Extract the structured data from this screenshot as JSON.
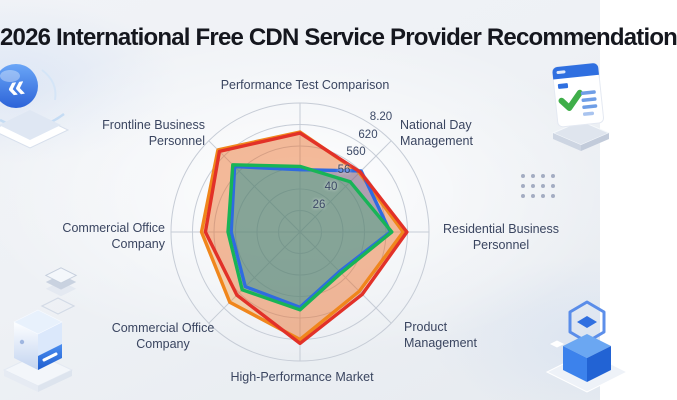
{
  "title": "2026 International Free CDN Service Provider Recommendation",
  "colors": {
    "title_text": "#15171e",
    "axis_label_text": "#3a4560",
    "tick_text": "#3c4966",
    "grid_line": "#c6ccd6",
    "background_light": "#f1f3f7",
    "background_dark": "#e7ebf0",
    "dot_grid": "#a4adc2",
    "decor_blue": "#2f6fe0",
    "decor_green_check": "#3fae49"
  },
  "chart_data": {
    "type": "radar",
    "title": "",
    "axes": [
      "Performance Test Comparison",
      "National Day Management",
      "Residential Business Personnel",
      "Product Management",
      "High-Performance Market",
      "Commercial Office Company",
      "Commercial Office Company",
      "Frontline Business Personnel"
    ],
    "radial_ticks": [
      "26",
      "40",
      "56",
      "560",
      "620",
      "8.20"
    ],
    "ring_count": 6,
    "grid": "circular",
    "legend": "none",
    "value_unit": "ring-levels (0 = center, 6 = outer ring)",
    "series": [
      {
        "name": "orange",
        "color": "#f0861c",
        "values": [
          4.65,
          3.9,
          4.8,
          3.9,
          5.0,
          4.62,
          4.58,
          5.4
        ]
      },
      {
        "name": "red",
        "color": "#e23128",
        "values": [
          4.6,
          3.95,
          4.97,
          4.1,
          5.18,
          4.15,
          4.4,
          5.3
        ]
      },
      {
        "name": "blue",
        "color": "#2f6be0",
        "values": [
          2.9,
          4.02,
          4.2,
          2.6,
          3.5,
          3.6,
          3.2,
          4.3
        ]
      },
      {
        "name": "green",
        "color": "#18b457",
        "values": [
          3.05,
          3.3,
          4.27,
          2.7,
          3.62,
          3.8,
          3.35,
          4.42
        ]
      }
    ]
  },
  "decorations": {
    "top_left": "speaker-disc-3d-icon",
    "mid_left": "layer-stack-icon",
    "bottom_left": "server-cube-icon",
    "top_right": "document-check-icon",
    "bottom_right": "hex-package-icon",
    "right_middle": "dot-grid"
  }
}
